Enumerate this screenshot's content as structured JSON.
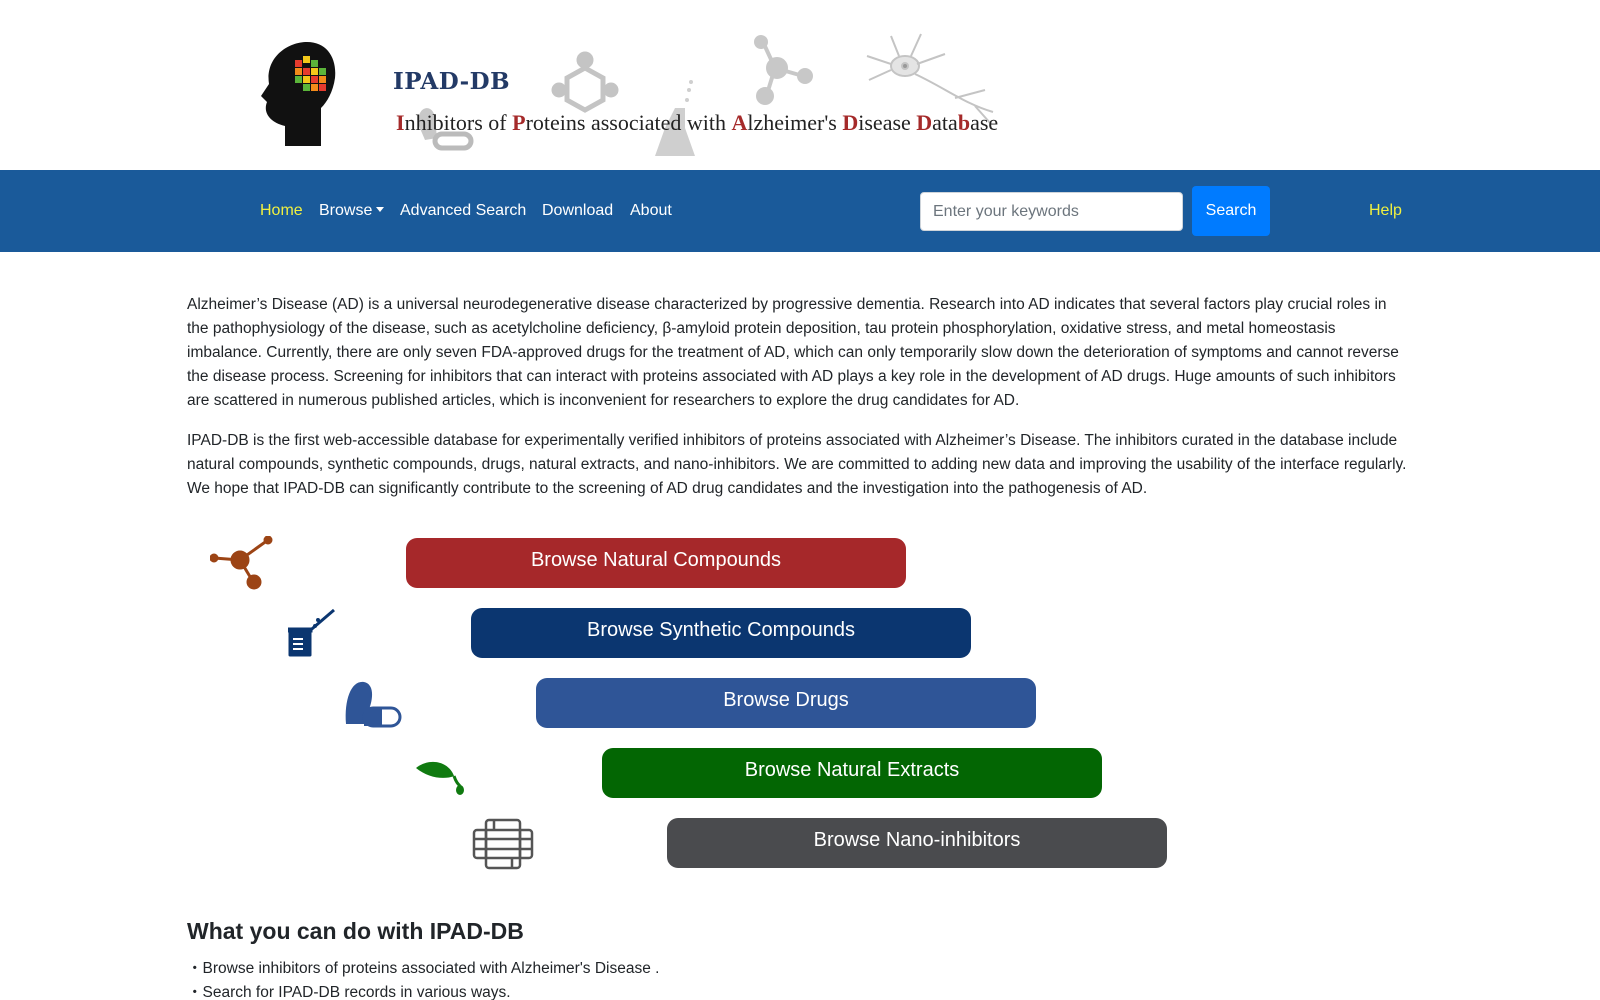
{
  "banner": {
    "title": "IPAD-DB",
    "subtitle_parts": [
      {
        "t": "I",
        "bold": true
      },
      {
        "t": "nhibitors of ",
        "bold": false
      },
      {
        "t": "P",
        "bold": true
      },
      {
        "t": "roteins associated with ",
        "bold": false
      },
      {
        "t": "A",
        "bold": true
      },
      {
        "t": "lzheimer's ",
        "bold": false
      },
      {
        "t": "D",
        "bold": true
      },
      {
        "t": "isease ",
        "bold": false
      },
      {
        "t": "D",
        "bold": true
      },
      {
        "t": "ata",
        "bold": false
      },
      {
        "t": "b",
        "bold": true
      },
      {
        "t": "ase",
        "bold": false
      }
    ]
  },
  "nav": {
    "home": "Home",
    "browse": "Browse",
    "advanced_search": "Advanced Search",
    "download": "Download",
    "about": "About",
    "search_placeholder": "Enter your keywords",
    "search_button": "Search",
    "help": "Help"
  },
  "intro": {
    "p1": "Alzheimer’s Disease (AD) is a universal neurodegenerative disease characterized by progressive dementia. Research into AD indicates that several factors play crucial roles in the pathophysiology of the disease, such as acetylcholine deficiency, β-amyloid protein deposition, tau protein phosphorylation, oxidative stress, and metal homeostasis imbalance. Currently, there are only seven FDA-approved drugs for the treatment of AD, which can only temporarily slow down the deterioration of symptoms and cannot reverse the disease process. Screening for inhibitors that can interact with proteins associated with AD plays a key role in the development of AD drugs. Huge amounts of such inhibitors are scattered in numerous published articles, which is inconvenient for researchers to explore the drug candidates for AD.",
    "p2": "IPAD-DB is the first web-accessible database for experimentally verified inhibitors of proteins associated with Alzheimer’s Disease. The inhibitors curated in the database include natural compounds, synthetic compounds, drugs, natural extracts, and nano-inhibitors. We are committed to adding new data and improving the usability of the interface regularly. We hope that IPAD-DB can significantly contribute to the screening of AD drug candidates and the investigation into the pathogenesis of AD."
  },
  "browse": {
    "natural_compounds": "Browse Natural Compounds",
    "synthetic_compounds": "Browse Synthetic Compounds",
    "drugs": "Browse Drugs",
    "natural_extracts": "Browse Natural Extracts",
    "nano_inhibitors": "Browse Nano-inhibitors"
  },
  "features": {
    "title": "What you can do with IPAD-DB",
    "items": [
      "・Browse inhibitors of proteins associated with Alzheimer's Disease .",
      "・Search for IPAD-DB records in various ways."
    ]
  },
  "colors": {
    "navbar": "#1a5a9a",
    "active_link": "#f0f040",
    "search_button": "#007bff",
    "natural_compounds": "#a6282a",
    "synthetic_compounds": "#0b3670",
    "drugs": "#2f5597",
    "natural_extracts": "#036603",
    "nano_inhibitors": "#4a4b4e"
  }
}
